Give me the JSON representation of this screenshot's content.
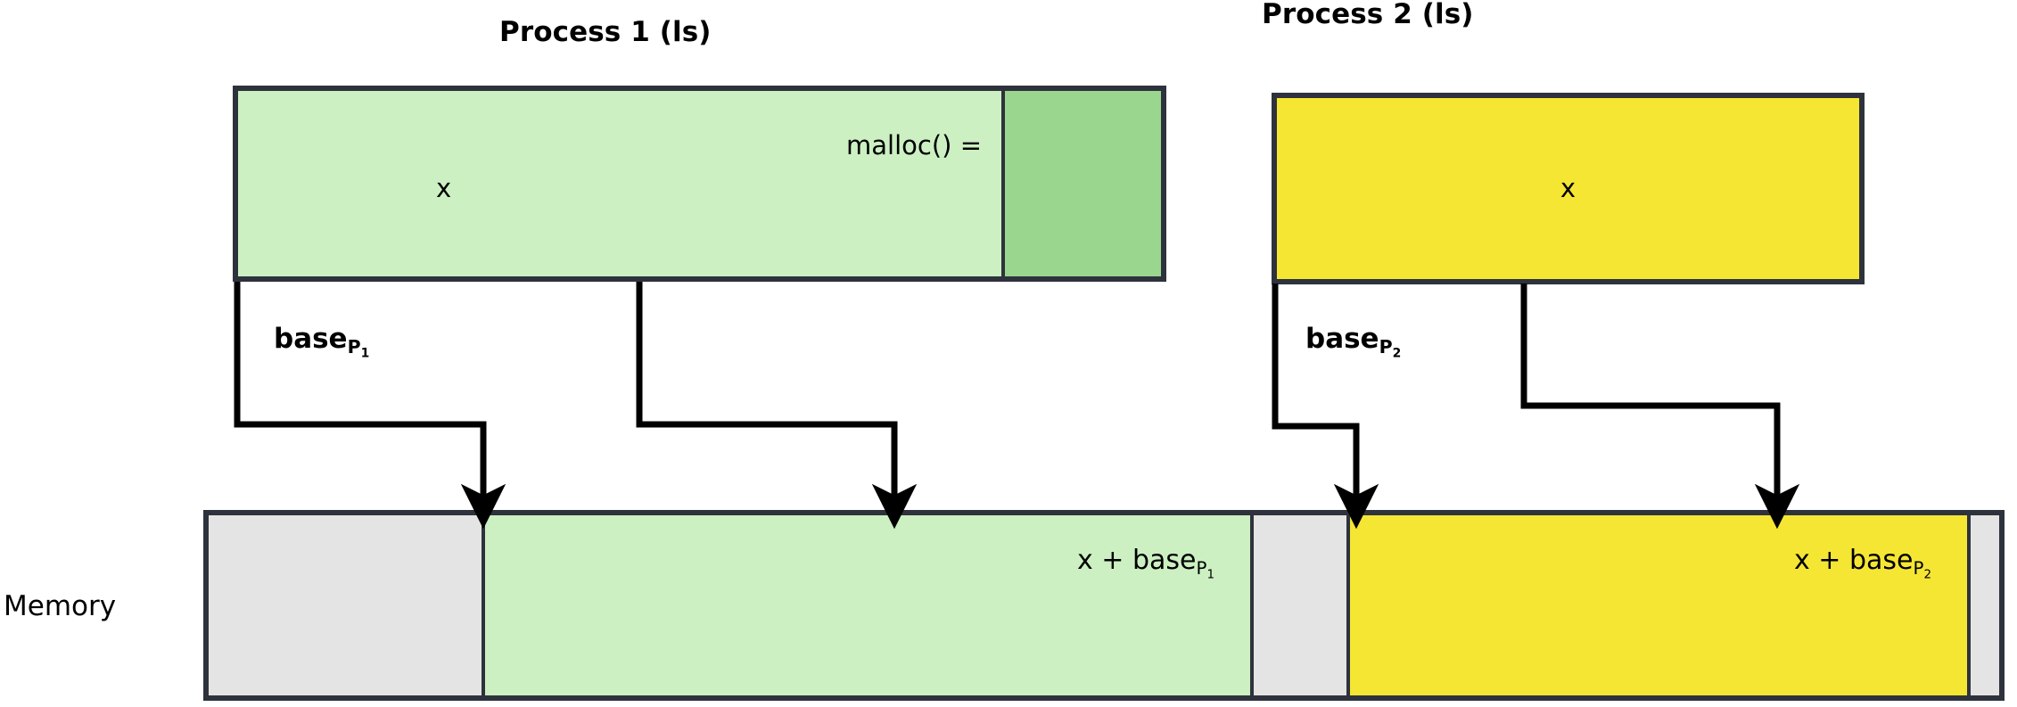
{
  "diagram": {
    "title_p1": "Process 1 (ls)",
    "title_p2": "Process 2 (ls)",
    "memory_label": "Memory",
    "colors": {
      "light_green": "#CCF0C2",
      "dark_green": "#9BD68F",
      "yellow": "#F5E634",
      "gray": "#E4E4E4",
      "stroke": "#2E323C"
    }
  },
  "process1": {
    "malloc_label": "malloc() =",
    "x_label": "x",
    "base_label": "base",
    "base_sub": "P",
    "base_sub_index": "1"
  },
  "process2": {
    "x_label": "x",
    "base_label": "base",
    "base_sub": "P",
    "base_sub_index": "2"
  },
  "memory": {
    "segments": [
      {
        "name": "free-low",
        "fill": "gray",
        "text": ""
      },
      {
        "name": "process1",
        "fill": "lightgreen",
        "text": "x + base"
      },
      {
        "name": "free-mid",
        "fill": "gray",
        "text": ""
      },
      {
        "name": "process2",
        "fill": "yellow",
        "text": "x + base"
      },
      {
        "name": "free-high",
        "fill": "gray",
        "text": ""
      }
    ],
    "p1_expr_prefix": "x + base",
    "p1_expr_sub": "P",
    "p1_expr_index": "1",
    "p2_expr_prefix": "x + base",
    "p2_expr_sub": "P",
    "p2_expr_index": "2"
  }
}
